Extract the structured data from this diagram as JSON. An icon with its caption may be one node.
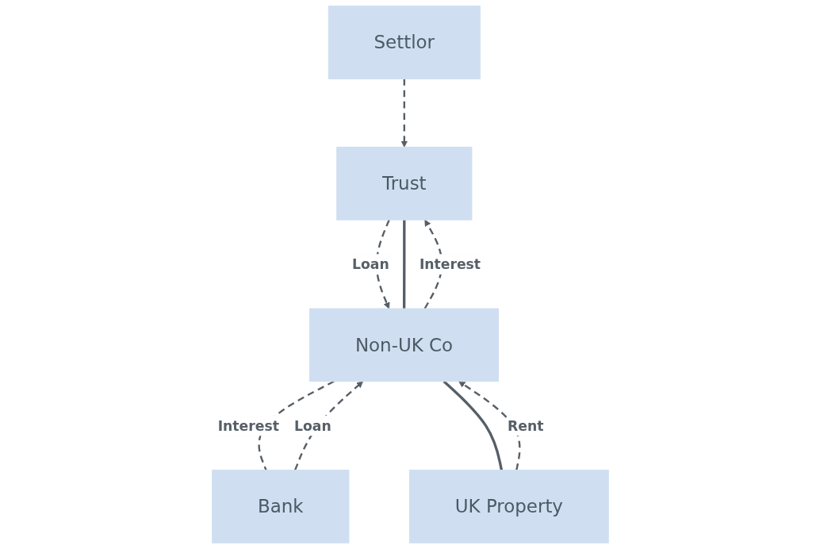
{
  "diagram": {
    "nodes": [
      {
        "text": [
          "Trust"
        ]
      },
      {
        "text": [
          "Settlor"
        ]
      },
      {
        "text": [
          "Non-UK Co"
        ]
      },
      {
        "text": [
          "Bank"
        ]
      },
      {
        "text": [
          "UK Property"
        ]
      }
    ],
    "edges": [
      {
        "from": 1,
        "to": 0,
        "arrow": "to",
        "style": "dashed"
      },
      {
        "from": 0,
        "to": 2,
        "arrow": "to",
        "label": "Loan",
        "style": "dashed"
      },
      {
        "from": 0,
        "to": 2,
        "arrow": "none"
      },
      {
        "from": 2,
        "to": 0,
        "arrow": "to",
        "label": "Interest",
        "style": "dashed"
      },
      {
        "from": 3,
        "to": 2,
        "arrow": "to",
        "label": "Loan",
        "style": "dashed"
      },
      {
        "from": 2,
        "to": 3,
        "arrow": "none",
        "label": "Interest",
        "style": "dashed"
      },
      {
        "from": 4,
        "to": 2,
        "arrow": "to",
        "label": "Rent",
        "style": "dashed"
      },
      {
        "from": 2,
        "to": 4,
        "arrow": "none"
      }
    ]
  }
}
